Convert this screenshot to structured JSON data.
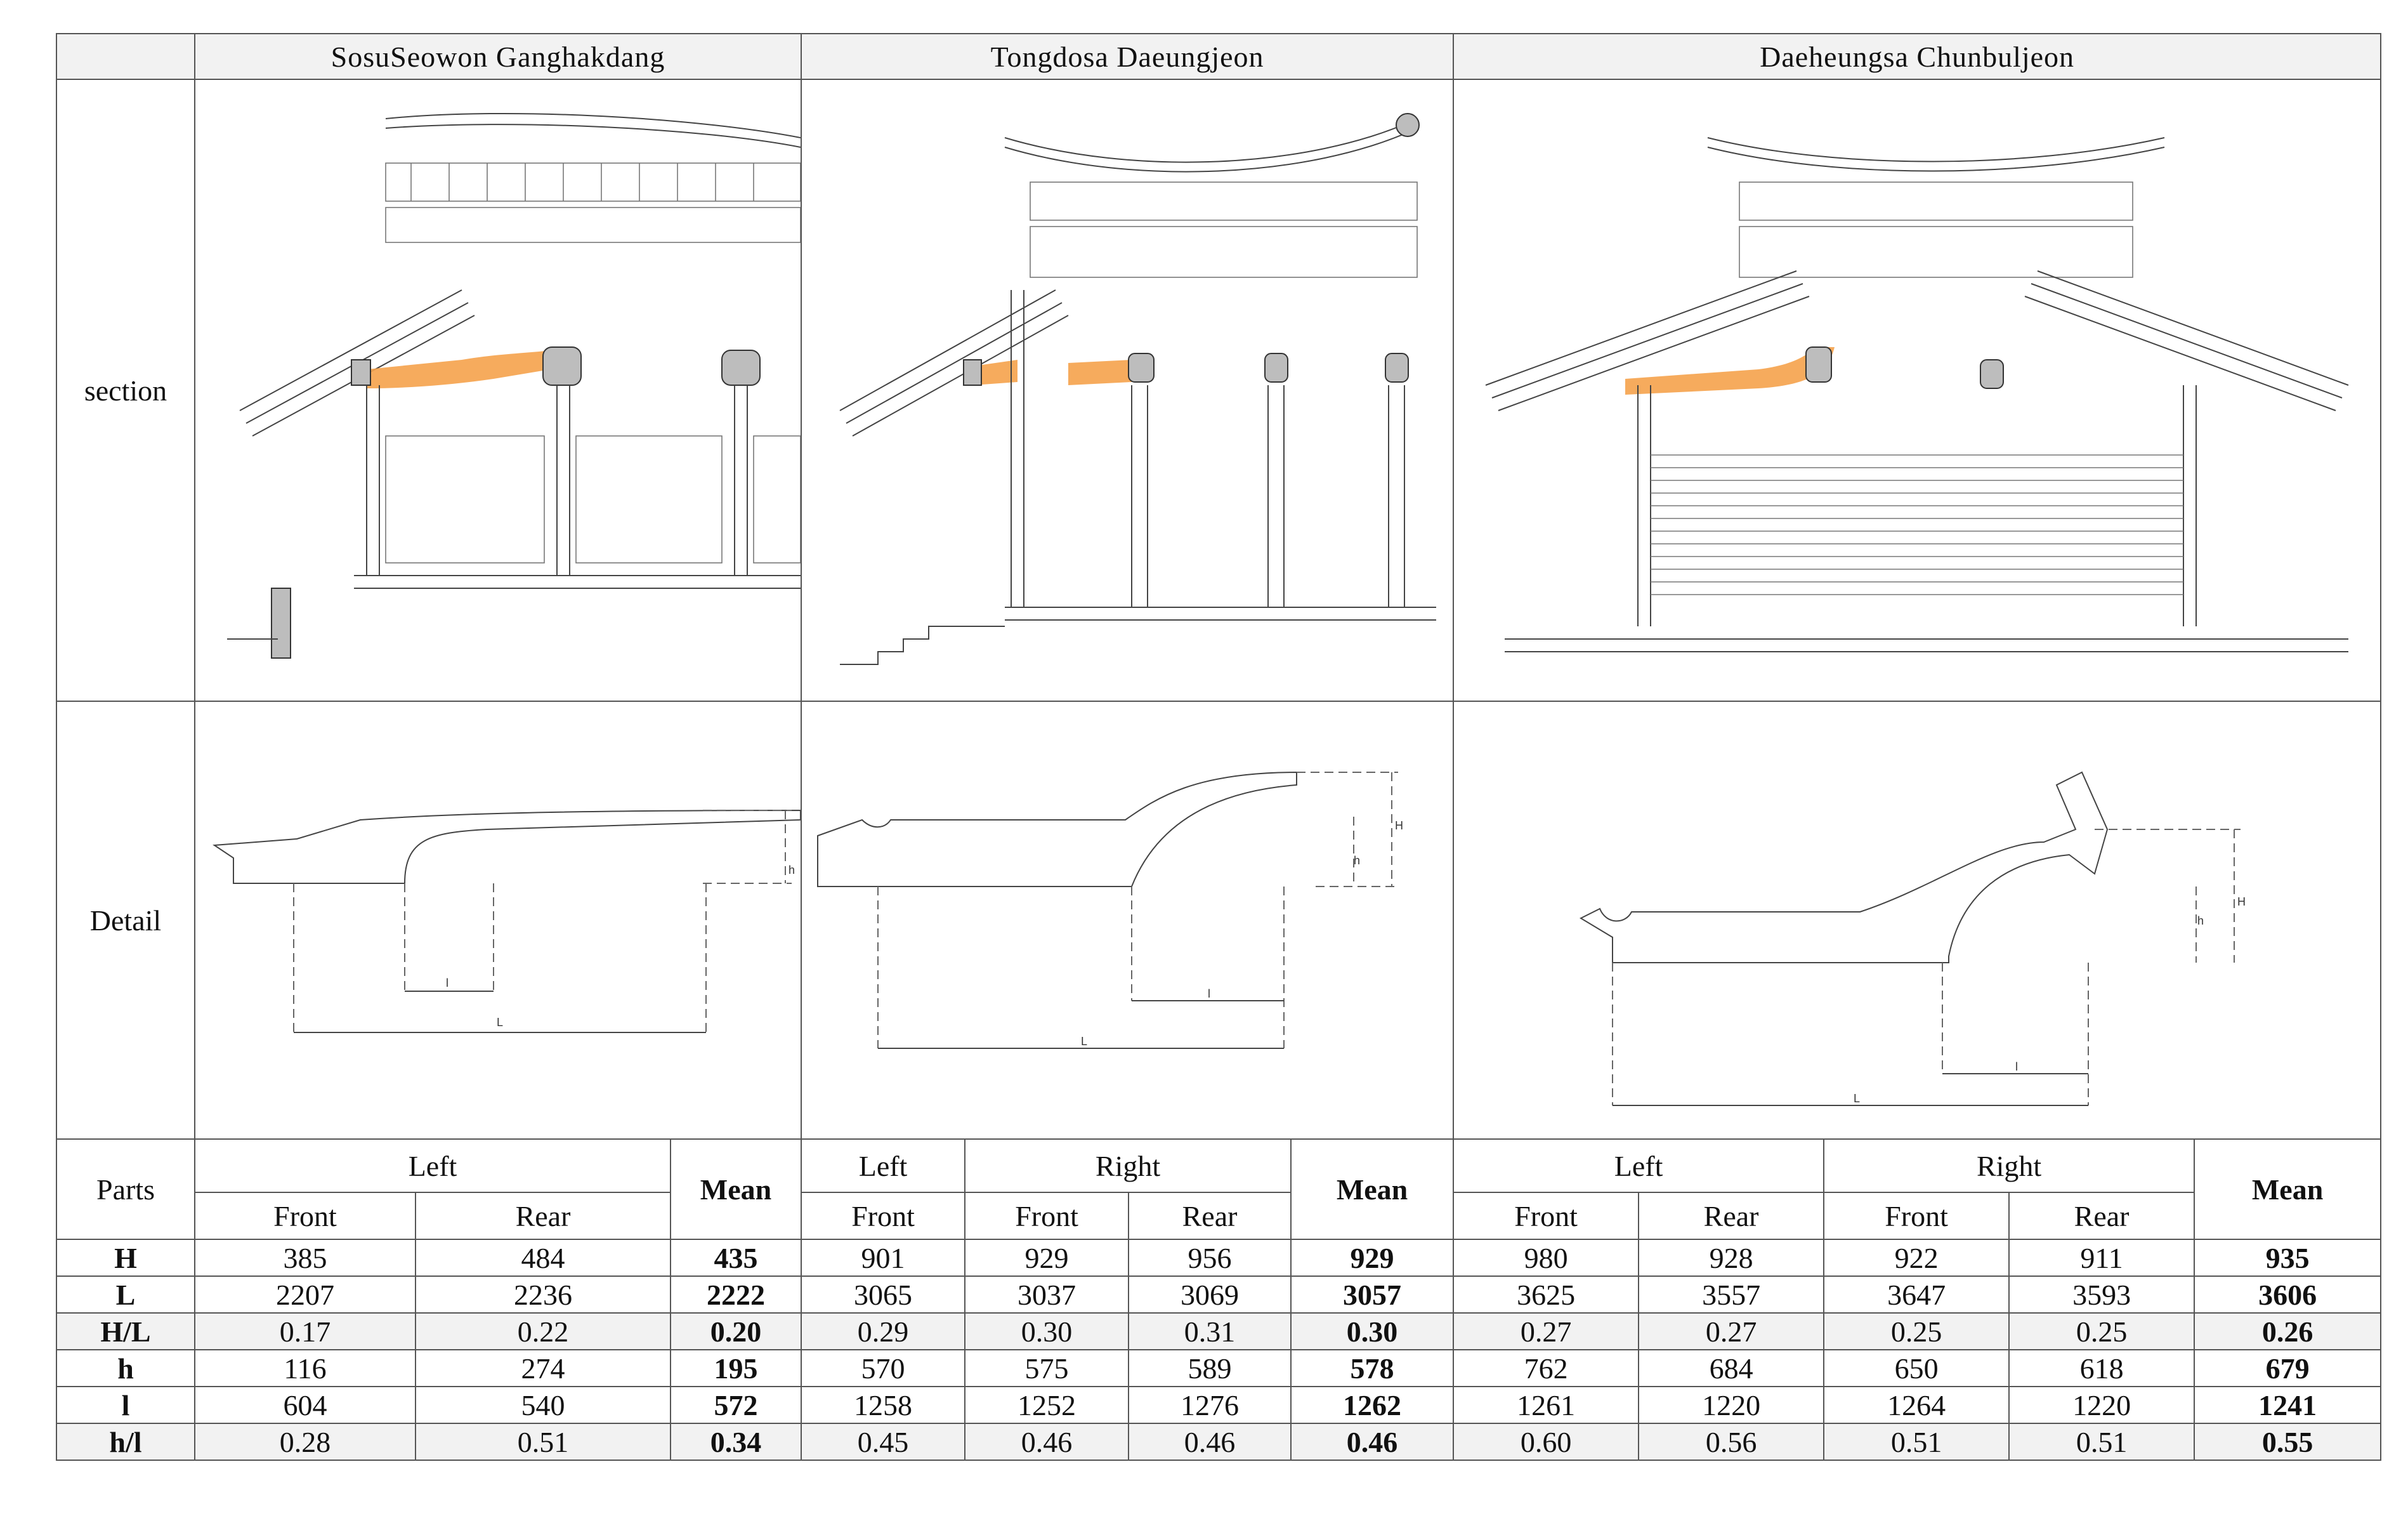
{
  "headers": {
    "corner": "",
    "col1": "SosuSeowon  Ganghakdang",
    "col2": "Tongdosa  Daeungjeon",
    "col3": "Daeheungsa  Chunbuljeon"
  },
  "rows": {
    "section_label": "section",
    "detail_label": "Detail"
  },
  "detail_labels": {
    "H": "H",
    "h": "h",
    "l": "l",
    "L": "L"
  },
  "measurements": {
    "parts_label": "Parts",
    "left": "Left",
    "right": "Right",
    "mean": "Mean",
    "front": "Front",
    "rear": "Rear",
    "rows": [
      {
        "param": "H",
        "values": [
          "385",
          "484",
          "435",
          "901",
          "929",
          "956",
          "929",
          "980",
          "928",
          "922",
          "911",
          "935"
        ]
      },
      {
        "param": "L",
        "values": [
          "2207",
          "2236",
          "2222",
          "3065",
          "3037",
          "3069",
          "3057",
          "3625",
          "3557",
          "3647",
          "3593",
          "3606"
        ]
      },
      {
        "param": "H/L",
        "values": [
          "0.17",
          "0.22",
          "0.20",
          "0.29",
          "0.30",
          "0.31",
          "0.30",
          "0.27",
          "0.27",
          "0.25",
          "0.25",
          "0.26"
        ]
      },
      {
        "param": "h",
        "values": [
          "116",
          "274",
          "195",
          "570",
          "575",
          "589",
          "578",
          "762",
          "684",
          "650",
          "618",
          "679"
        ]
      },
      {
        "param": "l",
        "values": [
          "604",
          "540",
          "572",
          "1258",
          "1252",
          "1276",
          "1262",
          "1261",
          "1220",
          "1264",
          "1220",
          "1241"
        ]
      },
      {
        "param": "h/l",
        "values": [
          "0.28",
          "0.51",
          "0.34",
          "0.45",
          "0.46",
          "0.46",
          "0.46",
          "0.60",
          "0.56",
          "0.51",
          "0.51",
          "0.55"
        ]
      }
    ]
  },
  "colors": {
    "highlight": "#f5a24b",
    "header_bg": "#f2f2f2",
    "border": "#555555"
  }
}
